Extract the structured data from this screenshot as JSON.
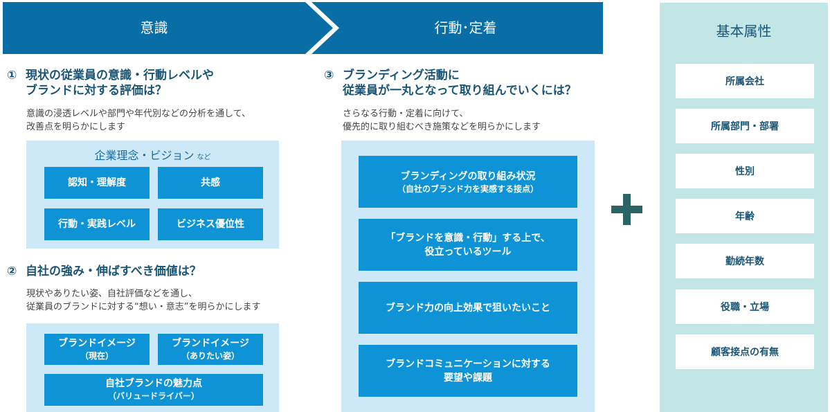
{
  "banner": {
    "left_label": "意識",
    "right_label": "行動･定着",
    "color": "#0a6ea6"
  },
  "section1": {
    "number": "①",
    "title_line1": "現状の従業員の意識・行動レベルや",
    "title_line2": "ブランドに対する評価は？",
    "desc_line1": "意識の浸透レベルや部門や年代別などの分析を通して、",
    "desc_line2": "改善点を明らかにします",
    "panel_title": "企業理念・ビジョン",
    "panel_title_suffix": "など",
    "items": [
      "認知・理解度",
      "共感",
      "行動・実践レベル",
      "ビジネス優位性"
    ]
  },
  "section2": {
    "number": "②",
    "title": "自社の強み・伸ばすべき価値は？",
    "desc_line1": "現状やありたい姿、自社評価などを通し、",
    "desc_line2": "従業員のブランドに対する“想い・意志”を明らかにします",
    "items": [
      {
        "main": "ブランドイメージ",
        "sub": "（現在）"
      },
      {
        "main": "ブランドイメージ",
        "sub": "（ありたい姿）"
      },
      {
        "main": "自社ブランドの魅力点",
        "sub": "（バリュードライバー）"
      }
    ]
  },
  "section3": {
    "number": "③",
    "title_line1": "ブランディング活動に",
    "title_line2": "従業員が一丸となって取り組んでいくには？",
    "desc_line1": "さらなる行動・定着に向けて、",
    "desc_line2": "優先的に取り組むべき施策などを明らかにします",
    "items": [
      {
        "main": "ブランディングの取り組み状況",
        "sub": "（自社のブランド力を実感する接点）"
      },
      {
        "main": "「ブランドを意識・行動」する上で、",
        "sub": "役立っているツール"
      },
      {
        "main": "ブランド力の向上効果で狙いたいこと",
        "sub": ""
      },
      {
        "main": "ブランドコミュニケーションに対する",
        "sub": "要望や課題"
      }
    ]
  },
  "attributes": {
    "title": "基本属性",
    "items": [
      "所属会社",
      "所属部門・部署",
      "性別",
      "年齢",
      "勤続年数",
      "役職・立場",
      "顧客接点の有無"
    ]
  },
  "colors": {
    "banner": "#0a6ea6",
    "box": "#0e94d6",
    "panel": "#cde9f8",
    "attr_panel": "#c2e6e6",
    "plus": "#2b6464",
    "heading": "#1a5576"
  }
}
